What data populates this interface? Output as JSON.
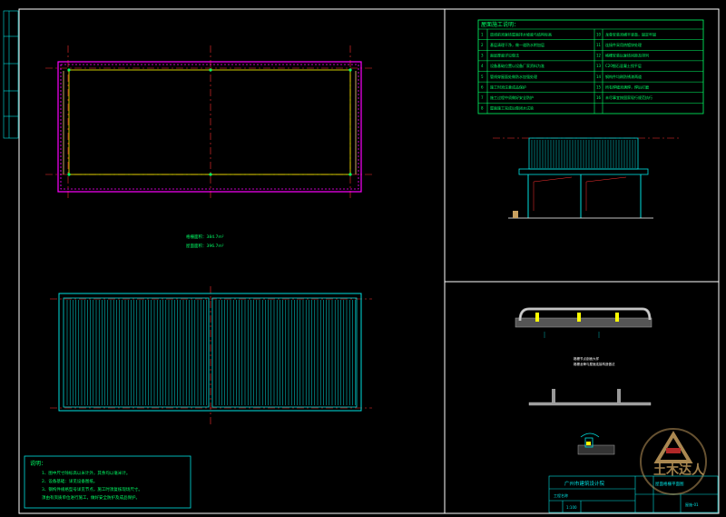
{
  "notes_table": {
    "title": "屋面施工说明：",
    "rows": [
      {
        "n": "1",
        "text": "放线前须复核屋面排水坡度与结构标高",
        "n2": "10",
        "text2": "龙骨安装须横平竖直，固定牢固"
      },
      {
        "n": "2",
        "text": "基层清理干净，做一道防水附加层",
        "n2": "11",
        "text2": "连接件采用热镀锌处理"
      },
      {
        "n": "3",
        "text": "面层厚度详见做法",
        "n2": "12",
        "text2": "格栅安装后复核间距及排列"
      },
      {
        "n": "4",
        "text": "设备基础位置以设备厂家资料为准",
        "n2": "13",
        "text2": "C20细石混凝土找平层"
      },
      {
        "n": "5",
        "text": "管线穿屋面处做防水加强处理",
        "n2": "14",
        "text2": "钢构件均刷防锈漆两道"
      },
      {
        "n": "6",
        "text": "施工时须注意成品保护",
        "n2": "15",
        "text2": "所有焊缝须满焊，焊后打磨"
      },
      {
        "n": "7",
        "text": "施工过程中须做好安全防护",
        "n2": "16",
        "text2": "未尽事宜按国家现行规范执行"
      },
      {
        "n": "8",
        "text": "屋面施工完成后做闭水试验"
      }
    ]
  },
  "plan_labels": [
    "格栅面积：384.7m²",
    "屋面面积：396.7m²"
  ],
  "section_caption": [
    "格栅节点剖面大样",
    "格栅龙骨与屋面连接构造做法"
  ],
  "notes_box": {
    "title": "说明：",
    "items": [
      "1、图中尺寸除标高以米计外，其余均以毫米计。",
      "2、设备基础：详见设备图纸。",
      "3、钢构件规格型号详见节点，施工时须复核现场尺寸。",
      "   须由有资质单位进行施工，做好安全防护及成品保护。"
    ]
  },
  "title_block": {
    "institute": "广州市建筑设计院",
    "project_label": "工程名称",
    "drawing_name": "屋面格栅平面图",
    "scale": "1:100",
    "drawing_no": "屋施-01"
  },
  "watermark": "土木达人",
  "colors": {
    "background": "#000000",
    "cyan": "#00e0e0",
    "green": "#00ff66",
    "magenta": "#ff00ff",
    "yellow": "#ffff00",
    "red": "#ff3030",
    "gold": "#c8a060"
  }
}
